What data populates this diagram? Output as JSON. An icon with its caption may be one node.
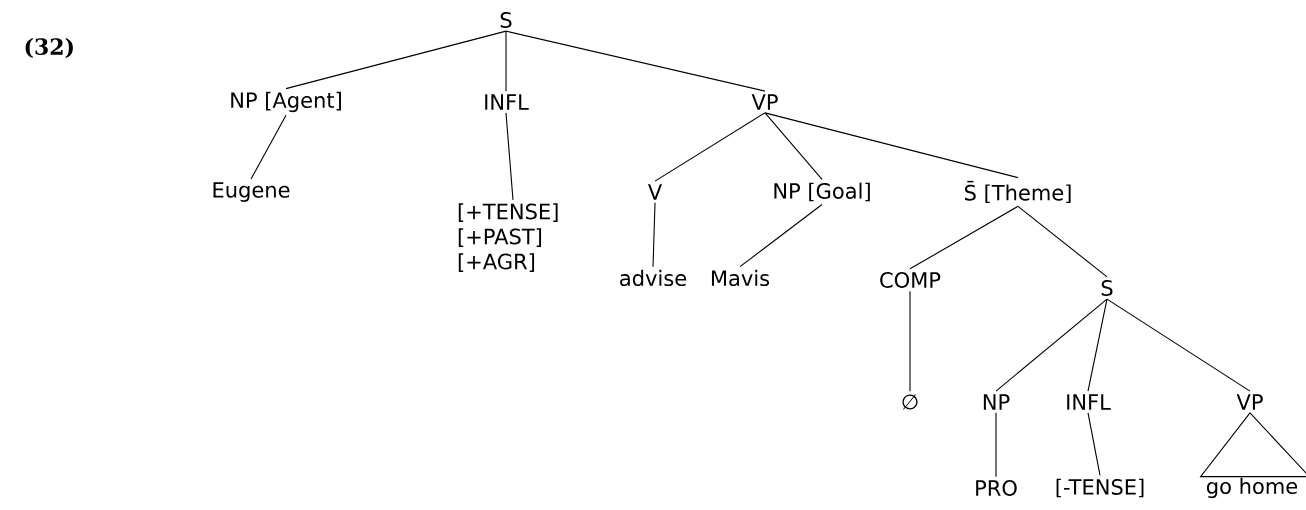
{
  "diagram": {
    "nodes": [
      {
        "text": [
          "S"
        ]
      },
      {
        "text": [
          "NP [Agent]"
        ]
      },
      {
        "text": [
          "INFL"
        ]
      },
      {
        "text": [
          "VP"
        ]
      },
      {
        "text": [
          "Eugene"
        ]
      },
      {
        "text": [
          "[+TENSE] [+PAST] [+AGR]"
        ]
      },
      {
        "text": [
          "V"
        ]
      },
      {
        "text": [
          "NP [Goal]"
        ]
      },
      {
        "text": [
          "S̄ [Theme]"
        ]
      },
      {
        "text": [
          "advise"
        ]
      },
      {
        "text": [
          "Mavis"
        ]
      },
      {
        "text": [
          "COMP"
        ]
      },
      {
        "text": [
          "S"
        ]
      },
      {
        "text": [
          "∅"
        ]
      },
      {
        "text": [
          "NP"
        ]
      },
      {
        "text": [
          "INFL"
        ]
      },
      {
        "text": [
          "VP"
        ]
      },
      {
        "text": [
          "PRO"
        ]
      },
      {
        "text": [
          "[-TENSE]"
        ]
      },
      {
        "text": [
          "go home"
        ]
      }
    ],
    "edges": [
      {
        "from": 0,
        "to": 1,
        "arrow": "none"
      },
      {
        "from": 0,
        "to": 2,
        "arrow": "none"
      },
      {
        "from": 0,
        "to": 3,
        "arrow": "none"
      },
      {
        "from": 1,
        "to": 4,
        "arrow": "none"
      },
      {
        "from": 2,
        "to": 5,
        "arrow": "none"
      },
      {
        "from": 3,
        "to": 6,
        "arrow": "none"
      },
      {
        "from": 3,
        "to": 7,
        "arrow": "none"
      },
      {
        "from": 3,
        "to": 8,
        "arrow": "none"
      },
      {
        "from": 6,
        "to": 9,
        "arrow": "none"
      },
      {
        "from": 7,
        "to": 10,
        "arrow": "none"
      },
      {
        "from": 8,
        "to": 11,
        "arrow": "none"
      },
      {
        "from": 8,
        "to": 12,
        "arrow": "none"
      },
      {
        "from": 11,
        "to": 13,
        "arrow": "none"
      },
      {
        "from": 12,
        "to": 14,
        "arrow": "none"
      },
      {
        "from": 12,
        "to": 15,
        "arrow": "none"
      },
      {
        "from": 12,
        "to": 16,
        "arrow": "none"
      },
      {
        "from": 14,
        "to": 17,
        "arrow": "none"
      },
      {
        "from": 15,
        "to": 18,
        "arrow": "none"
      },
      {
        "from": 16,
        "to": 19,
        "arrow": "none"
      }
    ],
    "labels": [
      "(32)"
    ]
  }
}
